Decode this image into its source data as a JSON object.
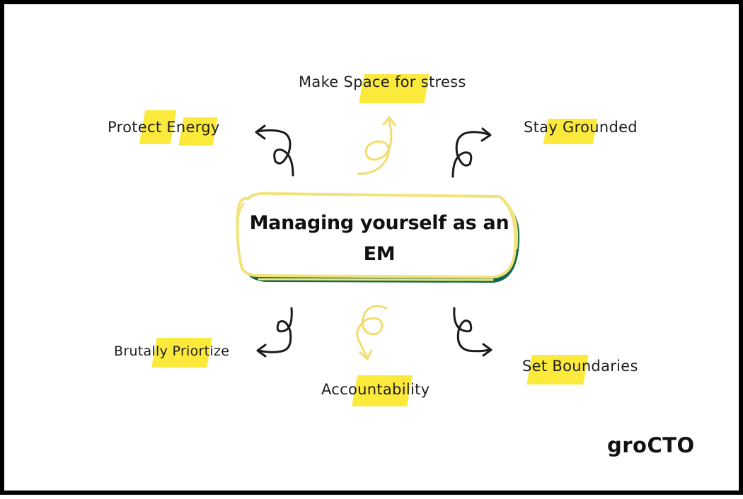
{
  "center": {
    "title": "Managing yourself as an EM"
  },
  "branches": {
    "make_space": "Make Space for stress",
    "protect_energy": "Protect Energy",
    "stay_grounded": "Stay Grounded",
    "brutally_prioritize": "Brutally Priortize",
    "accountability": "Accountability",
    "set_boundaries": "Set Boundaries"
  },
  "brand": {
    "logo": "groCTO"
  },
  "colors": {
    "highlight": "#fbe93c",
    "pill_outline": "#f2e27a",
    "pill_shadow": "#0e6b4f",
    "arrow_dark": "#1d1a1a",
    "arrow_light": "#f2dc6e"
  }
}
